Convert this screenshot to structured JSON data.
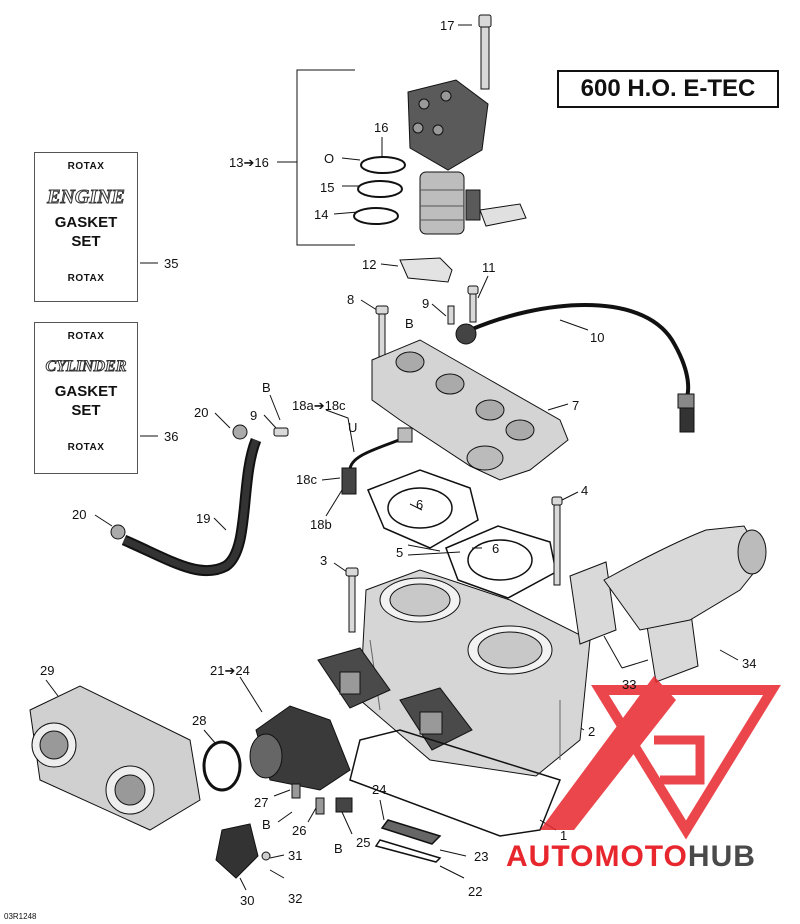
{
  "title": "600 H.O. E-TEC",
  "drawing_code": "03R1248",
  "kits": {
    "engine": {
      "brand": "ROTAX",
      "line1": "ENGINE",
      "line2": "GASKET",
      "line3": "SET"
    },
    "cylinder": {
      "brand": "ROTAX",
      "line1": "CYLINDER",
      "line2": "GASKET",
      "line3": "SET"
    }
  },
  "callouts": {
    "c17": "17",
    "c16": "16",
    "c13_16": "13➔16",
    "c15": "15",
    "c14": "14",
    "o_lube": "O",
    "c12": "12",
    "c11": "11",
    "c8": "8",
    "c9a": "9",
    "b_lube_a": "B",
    "c10": "10",
    "c7": "7",
    "b_lube_b": "B",
    "c9b": "9",
    "c20a": "20",
    "c18a_18c": "18a➔18c",
    "u_lube": "U",
    "c18c": "18c",
    "c18b": "18b",
    "c6a": "6",
    "c6b": "6",
    "c5": "5",
    "c4": "4",
    "c19": "19",
    "c20b": "20",
    "c3": "3",
    "c35": "35",
    "c36": "36",
    "c29": "29",
    "c21_24": "21➔24",
    "c33": "33",
    "c34": "34",
    "c28": "28",
    "c2": "2",
    "c27": "27",
    "b_lube_c": "B",
    "c26": "26",
    "c24": "24",
    "c25": "25",
    "b_lube_d": "B",
    "c1": "1",
    "c31": "31",
    "c23": "23",
    "c30": "30",
    "c32": "32",
    "c22": "22"
  },
  "watermark": {
    "part1": "AUTOMOTO",
    "part2": "HUB"
  },
  "colors": {
    "line": "#111111",
    "part_fill": "#d9d9d9",
    "part_dark": "#5a5a5a",
    "watermark_red": "#e7262d"
  }
}
